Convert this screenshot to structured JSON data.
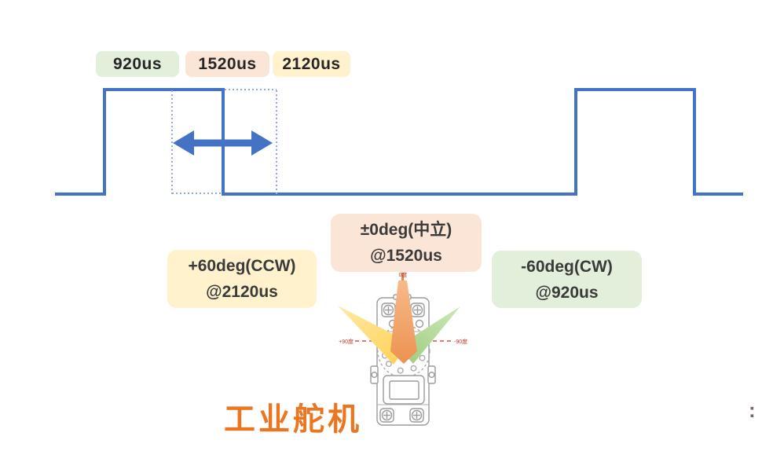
{
  "pulse_width_labels": [
    {
      "text": "920us",
      "bg": "#E2EFDA"
    },
    {
      "text": "1520us",
      "bg": "#FBE5D6"
    },
    {
      "text": "2120us",
      "bg": "#FFF2CC"
    }
  ],
  "angle_labels": {
    "ccw": {
      "line1": "+60deg(CCW)",
      "line2": "@2120us",
      "bg": "#FFF2CC"
    },
    "neutral": {
      "line1": "±0deg(中立)",
      "line2": "@1520us",
      "bg": "#FBE5D6"
    },
    "cw": {
      "line1": "-60deg(CW)",
      "line2": "@920us",
      "bg": "#E2EFDA"
    }
  },
  "servo": {
    "caption": "工业舵机",
    "axis_left_mark": "+90度",
    "axis_right_mark": "-90度",
    "neutral_mark": "0度"
  },
  "corner_mark": ":",
  "colors": {
    "waveform_blue": "#4472C4",
    "guide_blue": "#93A9DA",
    "chip_green": "#E2EFDA",
    "chip_salmon": "#FBE5D6",
    "chip_yellow": "#FFF2CC",
    "caption_orange": "#EC7620",
    "pointer_orange": "#EE9250",
    "pointer_yellow": "#FFD45E",
    "pointer_green": "#9CCC7C",
    "axis_red": "#D94F4F",
    "text_dark": "#262626"
  }
}
